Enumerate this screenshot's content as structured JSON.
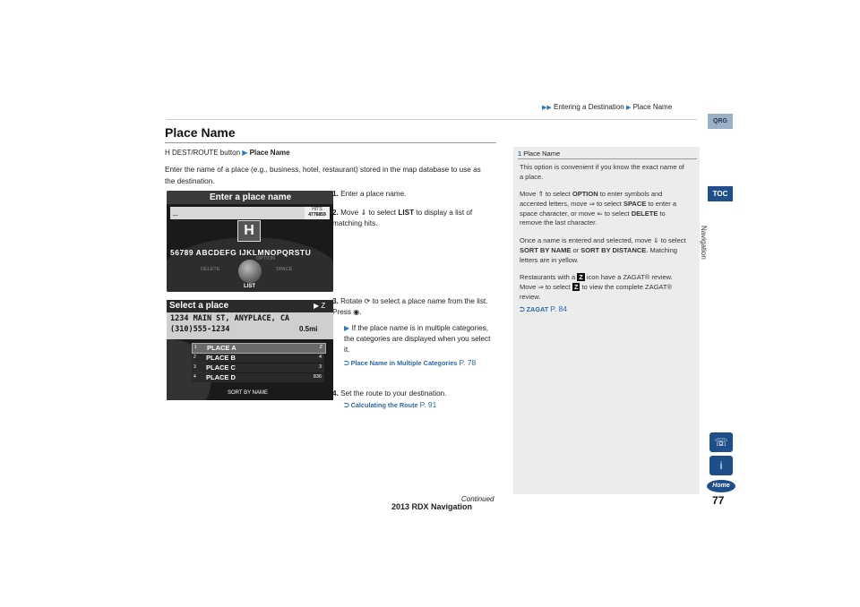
{
  "header": {
    "breadcrumb_1": "Entering a Destination",
    "breadcrumb_2": "Place Name"
  },
  "main": {
    "title": "Place Name",
    "hline_prefix": "H",
    "hline_button": "DEST/ROUTE button",
    "hline_target": "Place Name",
    "intro": "Enter the name of a place (e.g., business, hotel, restaurant) stored in the map database to use as the destination.",
    "steps": [
      {
        "num": "1.",
        "text": "Enter a place name."
      },
      {
        "num": "2.",
        "pre": "Move",
        "mid": "to select",
        "kw": "LIST",
        "post": "to display a list of matching hits."
      },
      {
        "num": "3.",
        "pre": "Rotate",
        "mid": "to select a place name from the list. Press",
        "post": "."
      },
      {
        "num": "4.",
        "text": "Set the route to your destination."
      }
    ],
    "sub_bullet": "If the place name is in multiple categories, the categories are displayed when you select it.",
    "link_categories": "Place Name in Multiple Categories",
    "link_categories_page": "P. 78",
    "link_route": "Calculating the Route",
    "link_route_page": "P. 91"
  },
  "screen1": {
    "title": "Enter a place name",
    "input_value": "_",
    "hits_label": "HITS",
    "hits_value": "4776859",
    "selected_letter": "H",
    "letters_row": "56789 ABCDEFG IJKLMNOPQRSTU",
    "option_label": "OPTION",
    "delete_label": "DELETE",
    "space_label": "SPACE",
    "list_label": "LIST"
  },
  "screen2": {
    "title": "Select a place",
    "top_right": "Z",
    "address_line1": "1234 MAIN ST, ANYPLACE, CA",
    "address_line2": "(310)555-1234",
    "distance": "0.5mi",
    "rows": [
      {
        "idx": "1",
        "name": "PLACE A",
        "val": "Z"
      },
      {
        "idx": "2",
        "name": "PLACE B",
        "val": "4"
      },
      {
        "idx": "3",
        "name": "PLACE C",
        "val": "3"
      },
      {
        "idx": "4",
        "name": "PLACE D",
        "val": "836"
      }
    ],
    "footer_label": "SORT BY NAME"
  },
  "sidebar": {
    "marker": "1",
    "heading": "Place Name",
    "p1": "This option is convenient if you know the exact name of a place.",
    "p2_a": "Move",
    "p2_b": "to select",
    "p2_option": "OPTION",
    "p2_c": "to enter symbols and accented letters, move",
    "p2_d": "to select",
    "p2_space": "SPACE",
    "p2_e": "to enter a space character, or move",
    "p2_f": "to select",
    "p2_delete": "DELETE",
    "p2_g": "to remove the last character.",
    "p3_a": "Once a name is entered and selected, move",
    "p3_b": "to select",
    "p3_sort_name": "SORT BY NAME",
    "p3_or": "or",
    "p3_sort_dist": "SORT BY DISTANCE",
    "p3_c": "Matching letters are in yellow.",
    "p4_a": "Restaurants with a",
    "p4_b": "icon have a ZAGAT® review. Move",
    "p4_c": "to select",
    "p4_d": "to view the complete ZAGAT® review.",
    "zagat_icon": "Z",
    "link_zagat": "ZAGAT",
    "link_zagat_page": "P. 84"
  },
  "right_tabs": {
    "qrg": "QRG",
    "toc": "TOC",
    "navigation": "Navigation",
    "home": "Home"
  },
  "footer": {
    "continued": "Continued",
    "book": "2013 RDX Navigation",
    "page_number": "77"
  },
  "colors": {
    "accent_blue": "#1e4f8a",
    "link_blue": "#2a6aa8",
    "sidebar_bg": "#ececec",
    "screen_bg": "#1a1a1a"
  }
}
